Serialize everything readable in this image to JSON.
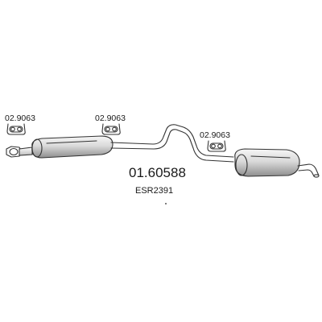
{
  "diagram": {
    "part_number": "01.60588",
    "cross_reference": "ESR2391",
    "hangers": [
      {
        "label": "02.9063"
      },
      {
        "label": "02.9063"
      },
      {
        "label": "02.9063"
      }
    ],
    "colors": {
      "line": "#333333",
      "text": "#1a1a1a",
      "shell_light": "#f4f4f4",
      "shell_mid": "#cfcfcf",
      "shell_dark": "#8a8a8a"
    }
  }
}
